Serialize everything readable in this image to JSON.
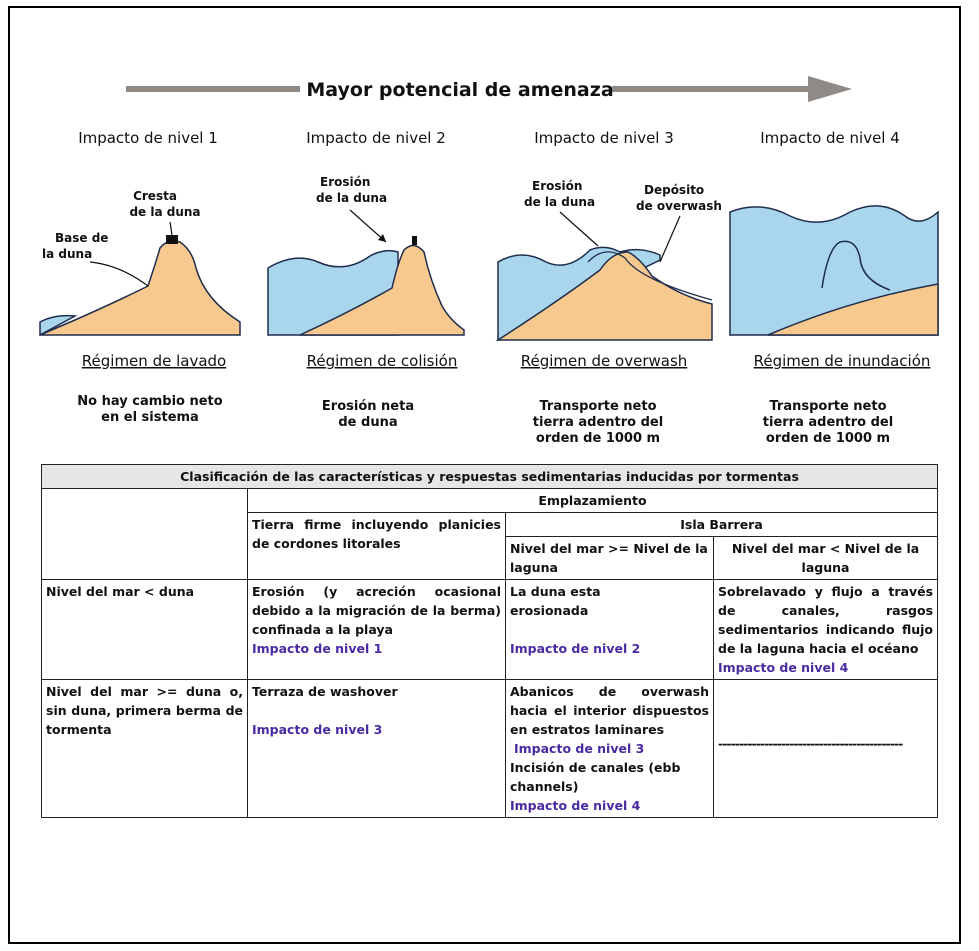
{
  "header": {
    "title": "Mayor potencial de amenaza"
  },
  "levels": [
    {
      "heading": "Impacto de nivel 1",
      "labels": [
        "Cresta",
        "de la duna",
        "Base de",
        "la duna"
      ],
      "regime": "Régimen de lavado",
      "desc": [
        "No hay cambio neto",
        "en el sistema"
      ]
    },
    {
      "heading": "Impacto de nivel 2",
      "labels": [
        "Erosión",
        "de la duna"
      ],
      "regime": "Régimen de colisión",
      "desc": [
        "Erosión neta",
        "de duna"
      ]
    },
    {
      "heading": "Impacto de nivel 3",
      "labels": [
        "Erosión",
        "de la duna",
        "Depósito",
        "de overwash"
      ],
      "regime": "Régimen de overwash",
      "desc": [
        "Transporte neto",
        "tierra adentro del",
        "orden de 1000 m"
      ]
    },
    {
      "heading": "Impacto de nivel 4",
      "labels": [],
      "regime": "Régimen de inundación",
      "desc": [
        "Transporte neto",
        "tierra adentro del",
        "orden de 1000 m"
      ]
    }
  ],
  "colors": {
    "water": "#a9d6ec",
    "sand": "#f7c98e",
    "arrow": "#8f8a85",
    "impact_text": "#4a2aa0",
    "table_caption_bg": "#e6e6e6"
  },
  "table": {
    "caption": "Clasificación de las características y respuestas sedimentarias inducidas por tormentas",
    "emplazamiento": "Emplazamiento",
    "tierra_firme": "Tierra firme incluyendo planicies de cordones litorales",
    "isla_barrera": "Isla Barrera",
    "col_ge": "Nivel del mar >= Nivel de la laguna",
    "col_lt": "Nivel del mar < Nivel de la laguna",
    "row1": {
      "label": "Nivel del mar < duna",
      "tierra_text": "Erosión (y acreción ocasional debido a la migración de la berma) confinada a la playa",
      "tierra_impact": "Impacto de nivel 1",
      "ge_text": "La duna esta erosionada",
      "ge_impact": "Impacto de nivel 2",
      "lt_text": "Sobrelavado y flujo a través de canales, rasgos sedimentarios indicando flujo de la laguna hacia el océano",
      "lt_impact": "Impacto de nivel 4"
    },
    "row2": {
      "label": "Nivel del mar >= duna o, sin duna, primera berma de tormenta",
      "tierra_text": "Terraza de washover",
      "tierra_impact": "Impacto de nivel 3",
      "ge_text": "Abanicos de overwash hacia el interior dispuestos en estratos laminares",
      "ge_impact": "Impacto de nivel 3",
      "ge_text2": "Incisión de canales (ebb channels)",
      "ge_impact2": "Impacto de nivel 4",
      "lt_text": "--------------------------------------------"
    }
  }
}
